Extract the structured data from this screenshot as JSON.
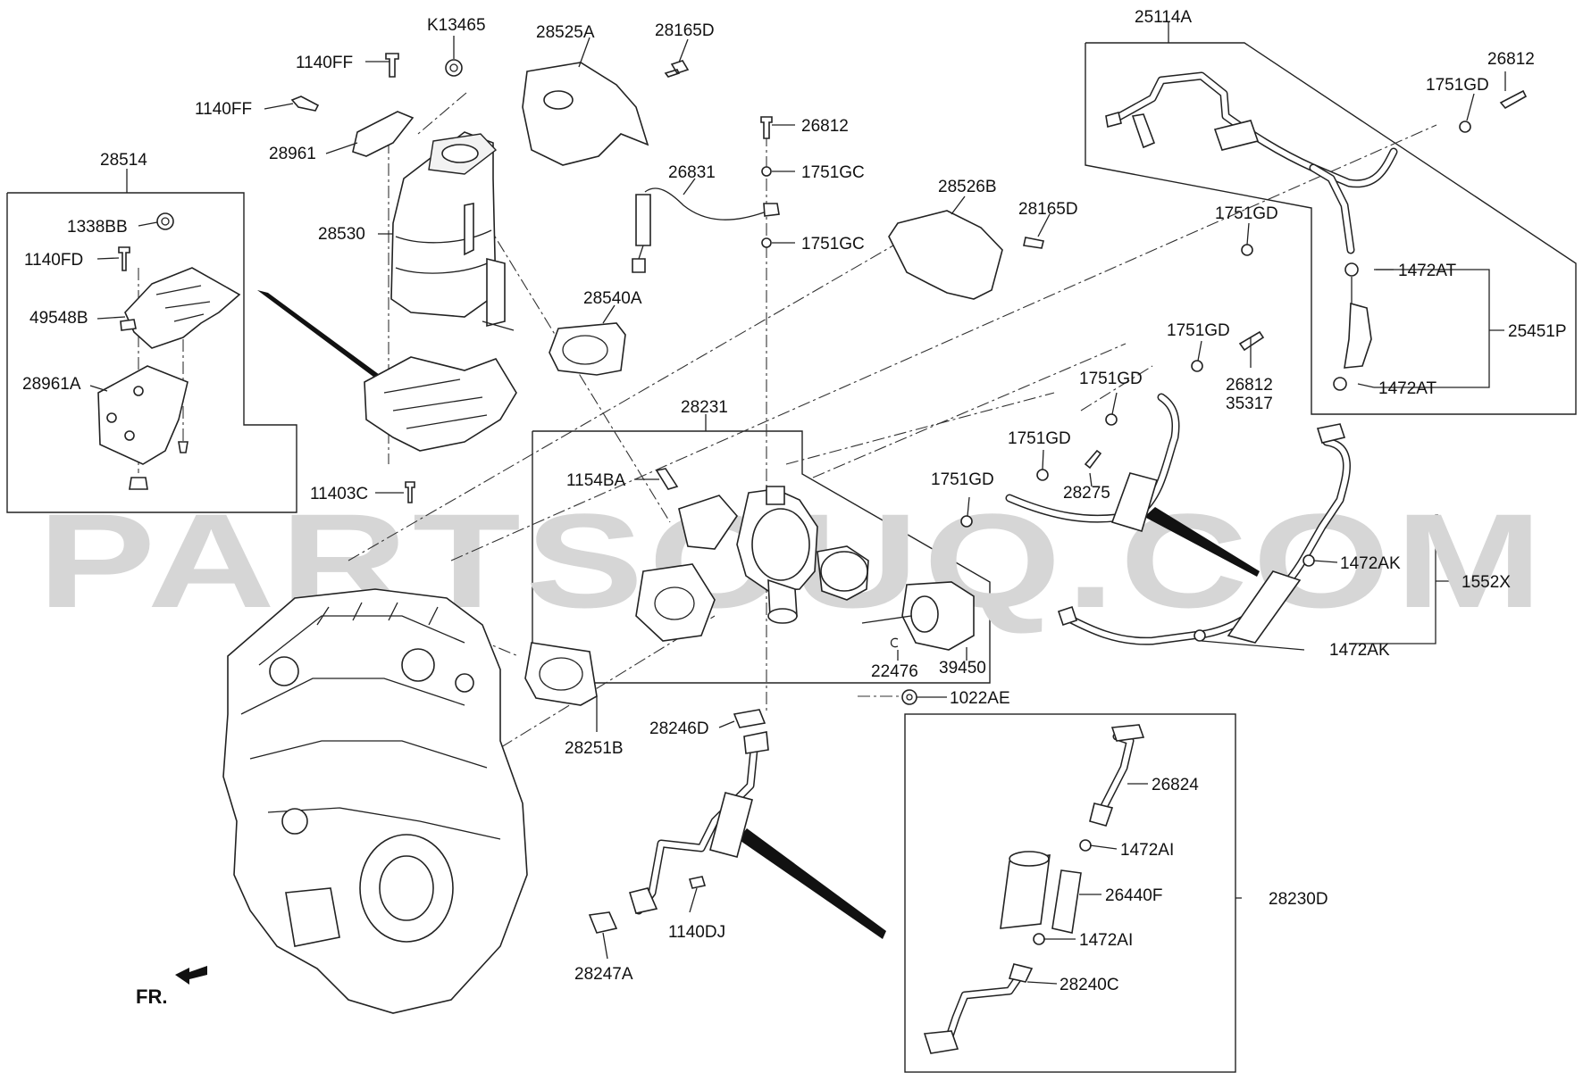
{
  "watermark": "PARTSOUQ.COM",
  "direction_marker": "FR.",
  "labels": {
    "k13465": "K13465",
    "p28525a": "28525A",
    "p28165d_a": "28165D",
    "p25114a": "25114A",
    "p1140ff_a": "1140FF",
    "p1140ff_b": "1140FF",
    "p28961": "28961",
    "p28514": "28514",
    "p1338bb": "1338BB",
    "p1140fd": "1140FD",
    "p49548b": "49548B",
    "p28961a": "28961A",
    "p28530": "28530",
    "p26812_a": "26812",
    "p1751gc_a": "1751GC",
    "p26831": "26831",
    "p1751gc_b": "1751GC",
    "p28526b": "28526B",
    "p28165d_b": "28165D",
    "p26812_b": "26812",
    "p1751gd_a": "1751GD",
    "p1751gd_b": "1751GD",
    "p1472at_a": "1472AT",
    "p25451p": "25451P",
    "p1472at_b": "1472AT",
    "p28540a": "28540A",
    "p1751gd_c": "1751GD",
    "p26812_c": "26812",
    "p35317": "35317",
    "p1751gd_d": "1751GD",
    "p28231": "28231",
    "p1751gd_e": "1751GD",
    "p1154ba": "1154BA",
    "p1751gd_f": "1751GD",
    "p28275": "28275",
    "p11403c": "11403C",
    "p1472ak_a": "1472AK",
    "p1552x": "1552X",
    "p1472ak_b": "1472AK",
    "p22476": "22476",
    "p39450": "39450",
    "p1022ae": "1022AE",
    "p28246d": "28246D",
    "p28251b": "28251B",
    "p26824": "26824",
    "p1472ai_a": "1472AI",
    "p26440f": "26440F",
    "p28230d": "28230D",
    "p1472ai_b": "1472AI",
    "p28240c": "28240C",
    "p1140dj": "1140DJ",
    "p28247a": "28247A"
  }
}
